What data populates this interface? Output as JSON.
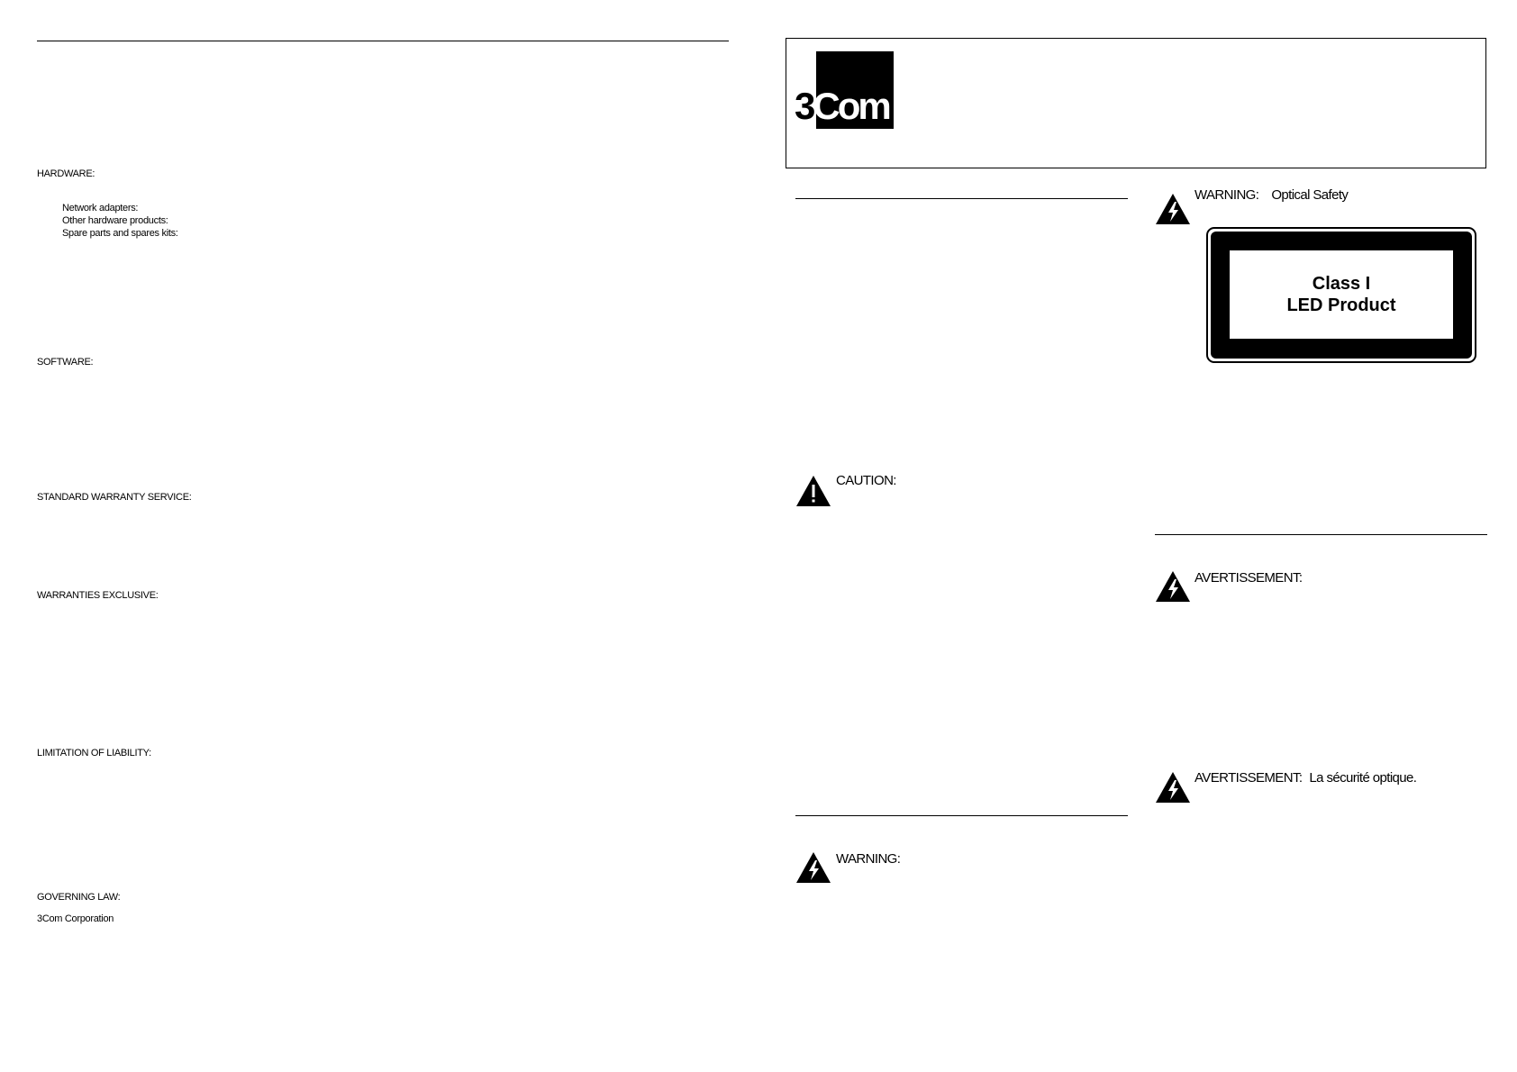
{
  "left_column": {
    "hardware": {
      "heading": "HARDWARE:",
      "items": [
        "Network adapters:",
        "Other hardware products:",
        "Spare parts and spares kits:"
      ]
    },
    "software": {
      "heading": "SOFTWARE:"
    },
    "standard_warranty_service": {
      "heading": "STANDARD WARRANTY SERVICE:"
    },
    "warranties_exclusive": {
      "heading": "WARRANTIES EXCLUSIVE:"
    },
    "limitation_of_liability": {
      "heading": "LIMITATION OF LIABILITY:"
    },
    "governing_law": {
      "heading": "GOVERNING LAW:"
    },
    "company": "3Com Corporation"
  },
  "header": {
    "logo": {
      "part1": "3",
      "part2": "Com"
    }
  },
  "right_page": {
    "caution": {
      "label": "CAUTION:"
    },
    "warning": {
      "label": "WARNING:"
    },
    "warning_optical": {
      "label": "WARNING:",
      "sublabel": "Optical Safety"
    },
    "led_label": {
      "line1": "Class I",
      "line2": "LED Product"
    },
    "avertissement": {
      "label": "AVERTISSEMENT:"
    },
    "avertissement_optical": {
      "label": "AVERTISSEMENT:",
      "sublabel": "La sécurité optique."
    }
  },
  "icons": {
    "warning": "lightning-triangle-icon",
    "caution": "exclamation-triangle-icon"
  },
  "colors": {
    "ink": "#000000",
    "paper": "#ffffff"
  }
}
